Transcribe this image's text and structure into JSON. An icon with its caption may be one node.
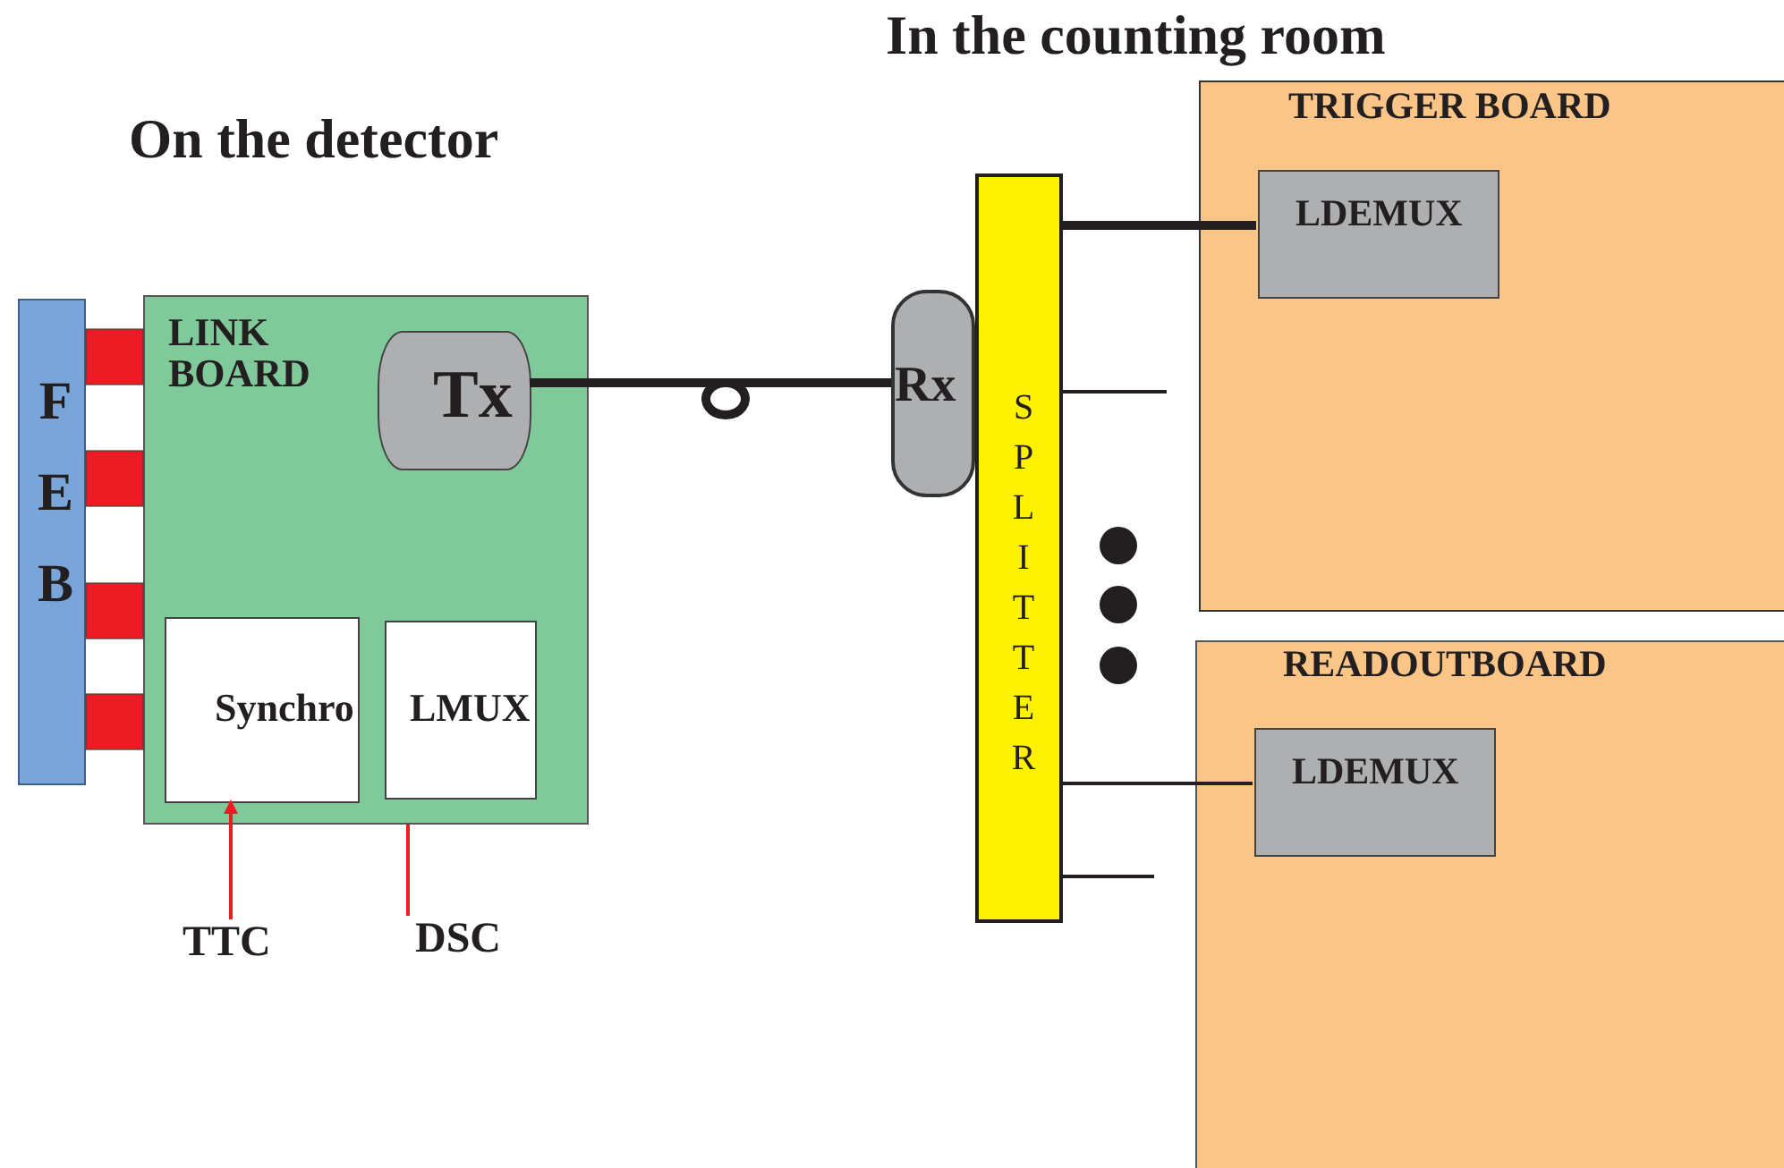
{
  "diagram": {
    "nodes": [
      {
        "text": [
          "FEB"
        ]
      },
      {
        "text": [
          "LINK BOARD"
        ]
      },
      {
        "text": [
          "Tx"
        ],
        "in": 1
      },
      {
        "text": [
          "Synchro"
        ],
        "in": 1
      },
      {
        "text": [
          "LMUX"
        ],
        "in": 1
      },
      {
        "text": [
          "Rx"
        ]
      },
      {
        "text": [
          "SPLITTER"
        ]
      },
      {
        "text": [
          "TRIGGER BOARD"
        ]
      },
      {
        "text": [
          "LDEMUX"
        ],
        "in": 7
      },
      {
        "text": [
          "READOUTBOARD"
        ]
      },
      {
        "text": [
          "LDEMUX"
        ],
        "in": 9
      },
      {
        "text": [
          "TTC"
        ]
      },
      {
        "text": [
          "DSC"
        ]
      }
    ],
    "edges": [
      {
        "from": 2,
        "to": 5,
        "arrow": "none",
        "style": "thick"
      },
      {
        "from": 6,
        "to": 8,
        "arrow": "none",
        "style": "thick"
      },
      {
        "from": 6,
        "to": null,
        "arrow": "none"
      },
      {
        "from": 6,
        "to": 10,
        "arrow": "none"
      },
      {
        "from": 6,
        "to": null,
        "arrow": "none"
      },
      {
        "from": 11,
        "to": 3,
        "arrow": "to",
        "color": "#ed1c24"
      },
      {
        "from": 12,
        "to": 1,
        "arrow": "none",
        "color": "#ed1c24"
      }
    ],
    "labels": [
      "In the counting room",
      "On the detector"
    ]
  }
}
